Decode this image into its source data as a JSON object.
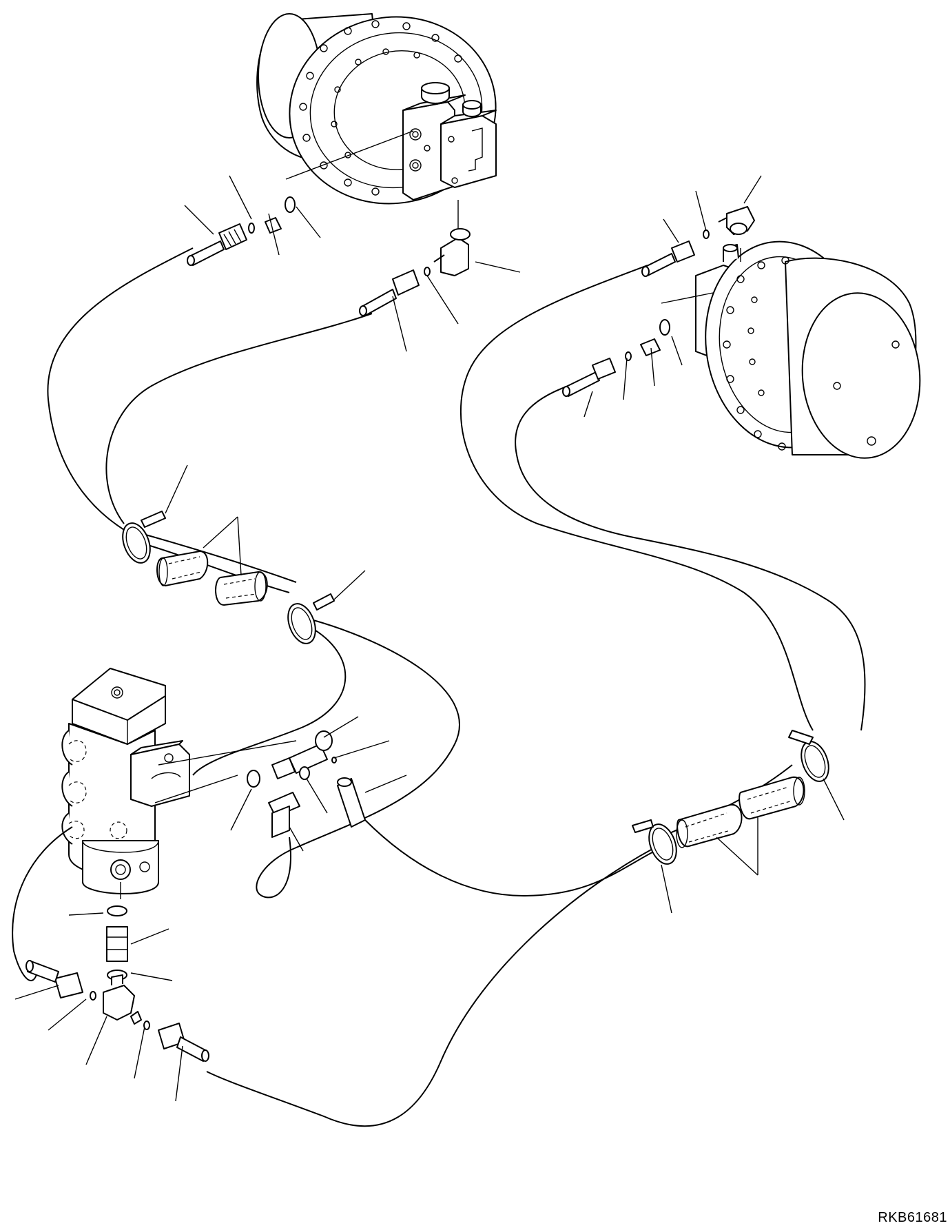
{
  "drawing": {
    "code": "RKB61681"
  },
  "components": [
    {
      "id": "travel-motor-left",
      "icon": "travel-motor-icon"
    },
    {
      "id": "travel-motor-right",
      "icon": "travel-motor-icon"
    },
    {
      "id": "swivel-joint",
      "icon": "swivel-joint-icon"
    },
    {
      "id": "hose-clamp",
      "icon": "clamp-icon"
    },
    {
      "id": "hose-protector",
      "icon": "sleeve-icon"
    },
    {
      "id": "elbow-fitting",
      "icon": "elbow-icon"
    },
    {
      "id": "tee-fitting",
      "icon": "tee-icon"
    },
    {
      "id": "o-ring",
      "icon": "o-ring-icon"
    },
    {
      "id": "hose-end",
      "icon": "hose-fitting-icon"
    }
  ]
}
